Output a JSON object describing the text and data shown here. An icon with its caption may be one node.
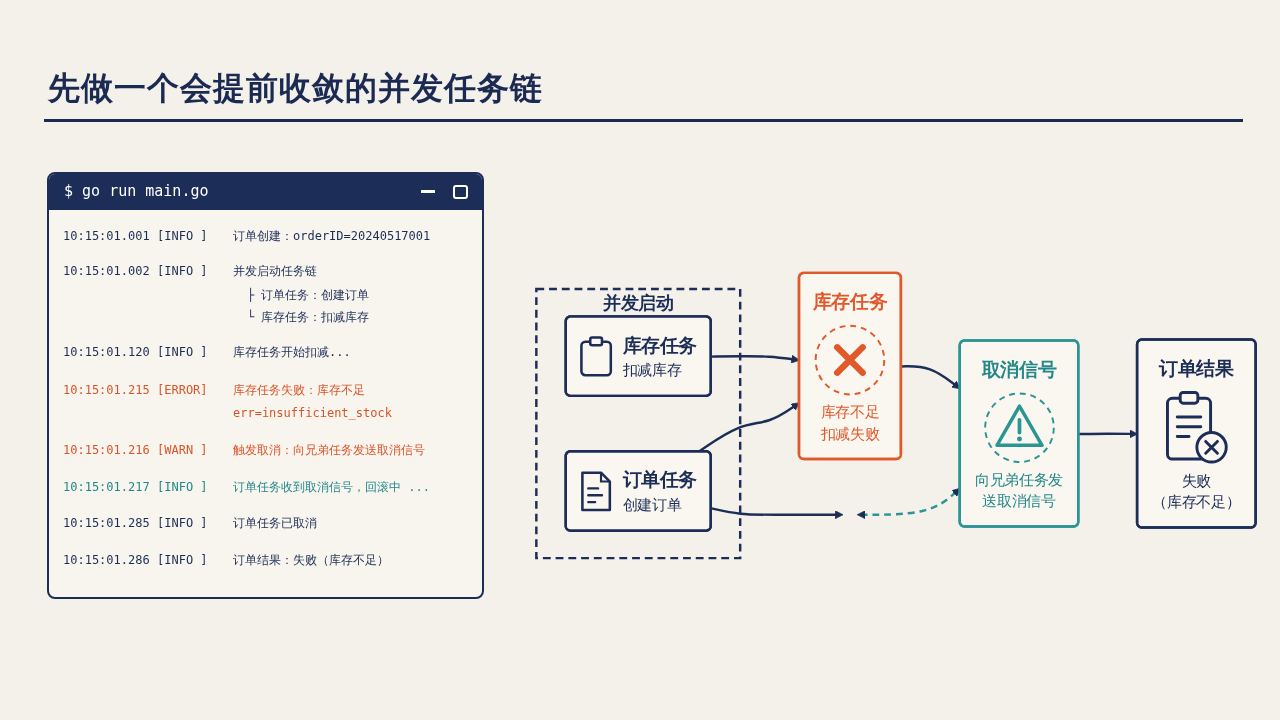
{
  "diagram": {
    "title": "先做一个会提前收敛的并发任务链",
    "nodes": [
      {
        "text": [
          "并发启动"
        ]
      },
      {
        "text": [
          "库存任务",
          "扣减库存"
        ],
        "in": 0
      },
      {
        "text": [
          "订单任务",
          "创建订单"
        ],
        "in": 0
      },
      {
        "text": [
          "库存任务",
          "库存不足扣减失败"
        ]
      },
      {
        "text": [
          "取消信号",
          "向兄弟任务发送取消信号"
        ]
      },
      {
        "text": [
          "订单结果",
          "失败（库存不足）"
        ]
      }
    ],
    "edges": [
      {
        "from": 1,
        "to": 3,
        "arrow": "to"
      },
      {
        "from": 2,
        "to": 3,
        "arrow": "to"
      },
      {
        "from": 2,
        "to": null,
        "arrow": "to"
      },
      {
        "from": 3,
        "to": 4,
        "arrow": "to"
      },
      {
        "from": 4,
        "to": 5,
        "arrow": "to"
      },
      {
        "from": null,
        "to": 4,
        "arrow": "both",
        "style": "dashed",
        "color": "#2a9593"
      }
    ],
    "labels": [
      "$ go run main.go",
      "10:15:01.001",
      "[INFO ]",
      "订单创建：orderID=20240517001",
      "10:15:01.002",
      "[INFO ]",
      "并发启动任务链",
      "├ 订单任务：创建订单",
      "└ 库存任务：扣减库存",
      "10:15:01.120",
      "[INFO ]",
      "库存任务开始扣减...",
      "10:15:01.215",
      "[ERROR]",
      "库存任务失败：库存不足",
      "err=insufficient_stock",
      "10:15:01.216",
      "[WARN ]",
      "触发取消：向兄弟任务发送取消信号",
      "10:15:01.217",
      "[INFO ]",
      "订单任务收到取消信号，回滚中 ...",
      "10:15:01.285",
      "[INFO ]",
      "订单任务已取消",
      "10:15:01.286",
      "[INFO ]",
      "订单结果：失败（库存不足）"
    ]
  }
}
